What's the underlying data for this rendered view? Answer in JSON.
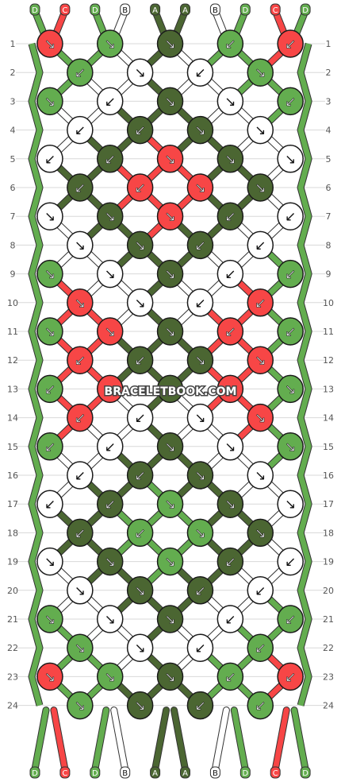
{
  "site": {
    "watermark": "BRACELETBOOK.COM"
  },
  "colors": {
    "A": "#4b6632",
    "B": "#ffffff",
    "C": "#f74646",
    "D": "#63ad4f"
  },
  "strings_top": [
    "D",
    "C",
    "D",
    "B",
    "A",
    "A",
    "B",
    "D",
    "C",
    "D"
  ],
  "strings_bottom": [
    "D",
    "C",
    "D",
    "B",
    "A",
    "A",
    "B",
    "D",
    "C",
    "D"
  ],
  "rows": [
    {
      "label": "1",
      "knots": [
        "C:↘",
        "D:↘",
        "A:↘",
        "D:↙",
        "C:↙"
      ]
    },
    {
      "label": "2",
      "knots": [
        "D:↙",
        "B:↘",
        "B:↙",
        "D:↘"
      ]
    },
    {
      "label": "3",
      "knots": [
        "D:↘",
        "B:↙",
        "A:↘",
        "B:↘",
        "D:↙"
      ]
    },
    {
      "label": "4",
      "knots": [
        "B:↙",
        "A:↙",
        "A:↘",
        "B:↘"
      ]
    },
    {
      "label": "5",
      "knots": [
        "B:↙",
        "A:↙",
        "C:↘",
        "A:↘",
        "B:↘"
      ]
    },
    {
      "label": "6",
      "knots": [
        "A:↙",
        "C:↙",
        "C:↘",
        "A:↘"
      ]
    },
    {
      "label": "7",
      "knots": [
        "B:↘",
        "A:↘",
        "C:↘",
        "A:↙",
        "B:↙"
      ]
    },
    {
      "label": "8",
      "knots": [
        "B:↘",
        "A:↘",
        "A:↙",
        "B:↙"
      ]
    },
    {
      "label": "9",
      "knots": [
        "D:↘",
        "B:↘",
        "A:↘",
        "B:↙",
        "D:↙"
      ]
    },
    {
      "label": "10",
      "knots": [
        "C:↘",
        "B:↘",
        "B:↙",
        "C:↙"
      ]
    },
    {
      "label": "11",
      "knots": [
        "D:↘",
        "C:↘",
        "A:↘",
        "C:↙",
        "D:↙"
      ]
    },
    {
      "label": "12",
      "knots": [
        "C:↙",
        "A:↙",
        "A:↘",
        "C:↘"
      ]
    },
    {
      "label": "13",
      "knots": [
        "D:↙",
        "C:↙",
        "A:↘",
        "C:↘",
        "D:↘"
      ]
    },
    {
      "label": "14",
      "knots": [
        "C:↙",
        "B:↙",
        "B:↘",
        "C:↘"
      ]
    },
    {
      "label": "15",
      "knots": [
        "D:↙",
        "B:↙",
        "A:↘",
        "B:↘",
        "D:↘"
      ]
    },
    {
      "label": "16",
      "knots": [
        "B:↙",
        "A:↙",
        "A:↘",
        "B:↘"
      ]
    },
    {
      "label": "17",
      "knots": [
        "B:↙",
        "A:↙",
        "D:↘",
        "A:↘",
        "B:↘"
      ]
    },
    {
      "label": "18",
      "knots": [
        "A:↙",
        "D:↙",
        "D:↘",
        "A:↘"
      ]
    },
    {
      "label": "19",
      "knots": [
        "B:↘",
        "A:↘",
        "D:↘",
        "A:↙",
        "B:↙"
      ]
    },
    {
      "label": "20",
      "knots": [
        "B:↘",
        "A:↘",
        "A:↙",
        "B:↙"
      ]
    },
    {
      "label": "21",
      "knots": [
        "D:↘",
        "B:↘",
        "A:↘",
        "B:↙",
        "D:↙"
      ]
    },
    {
      "label": "22",
      "knots": [
        "D:↘",
        "B:↘",
        "B:↙",
        "D:↙"
      ]
    },
    {
      "label": "23",
      "knots": [
        "C:↘",
        "D:↘",
        "A:↘",
        "D:↙",
        "C:↙"
      ]
    },
    {
      "label": "24",
      "knots": [
        "D:↘",
        "A:↘",
        "A:↙",
        "D:↙"
      ]
    }
  ]
}
